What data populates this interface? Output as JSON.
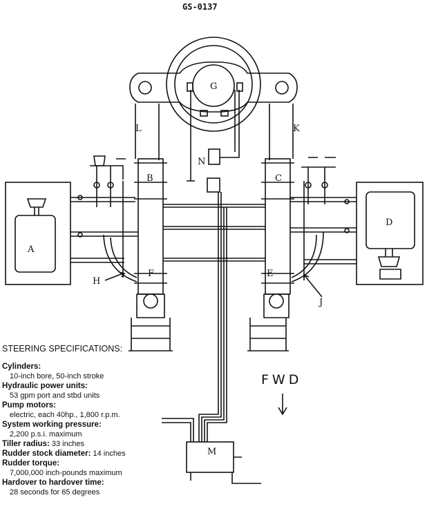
{
  "header": {
    "code": "GS-0137"
  },
  "labels": {
    "A": "A",
    "B": "B",
    "C": "C",
    "D": "D",
    "E": "E",
    "F": "F",
    "G": "G",
    "H": "H",
    "J": "J",
    "K": "K",
    "L": "L",
    "M": "M",
    "N": "N"
  },
  "direction": {
    "text": "FWD",
    "arrow": "↓"
  },
  "specs": {
    "title": "STEERING SPECIFICATIONS:",
    "cylinders": {
      "label": "Cylinders:",
      "value": "10-inch bore, 50-inch stroke"
    },
    "hpu": {
      "label": "Hydraulic power units:",
      "value": "53 gpm port and stbd units"
    },
    "motors": {
      "label": "Pump motors:",
      "value": "electric, each 40hp., 1,800 r.p.m."
    },
    "pressure": {
      "label": "System working pressure:",
      "value": "2,200 p.s.i. maximum"
    },
    "tiller": {
      "label": "Tiller radius:",
      "value": " 33 inches"
    },
    "stock": {
      "label": "Rudder stock diameter:",
      "value": " 14 inches"
    },
    "torque": {
      "label": "Rudder torque:",
      "value": "7,000,000 inch-pounds maximum"
    },
    "hardover": {
      "label": "Hardover to hardover time:",
      "value": "28 seconds for 65 degrees"
    }
  }
}
